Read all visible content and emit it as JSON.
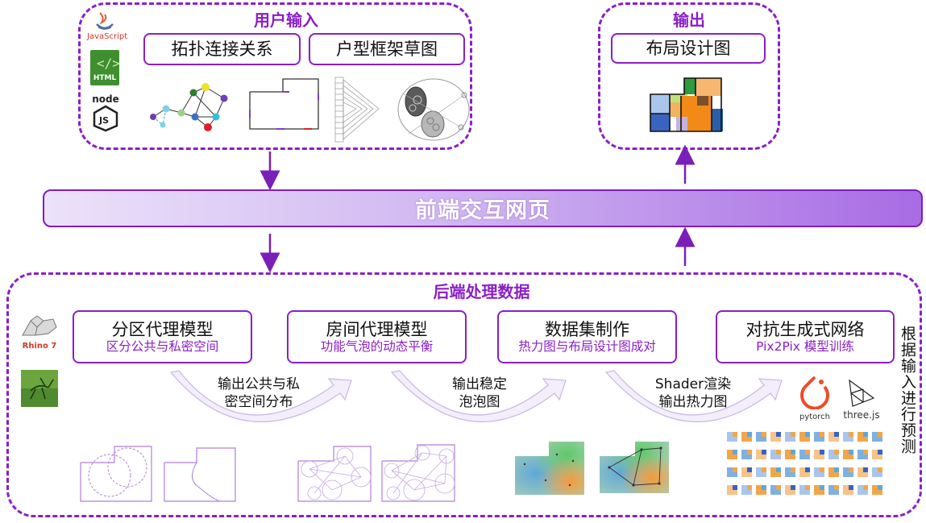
{
  "user_input": {
    "title": "用户输入",
    "box1": "拓扑连接关系",
    "box2": "户型框架草图"
  },
  "output": {
    "title": "输出",
    "box": "布局设计图"
  },
  "frontend": {
    "label": "前端交互网页"
  },
  "backend": {
    "title": "后端处理数据",
    "side_label": "根据输入进行预测",
    "steps": [
      {
        "title": "分区代理模型",
        "subtitle": "区分公共与私密空间"
      },
      {
        "title": "房间代理模型",
        "subtitle": "功能气泡的动态平衡"
      },
      {
        "title": "数据集制作",
        "subtitle": "热力图与布局设计图成对"
      },
      {
        "title": "对抗生成式网络",
        "subtitle": "Pix2Pix 模型训练"
      }
    ],
    "arrows": [
      {
        "line1": "输出公共与私",
        "line2": "密空间分布"
      },
      {
        "line1": "输出稳定",
        "line2": "泡泡图"
      },
      {
        "line1": "Shader渲染",
        "line2": "输出热力图"
      }
    ]
  },
  "logos": {
    "javascript": "JavaScript",
    "html": "HTML",
    "node": "node",
    "rhino": "Rhino 7",
    "pytorch": "pytorch",
    "threejs": "three.js"
  },
  "colors": {
    "accent": "#8a1fc8"
  }
}
